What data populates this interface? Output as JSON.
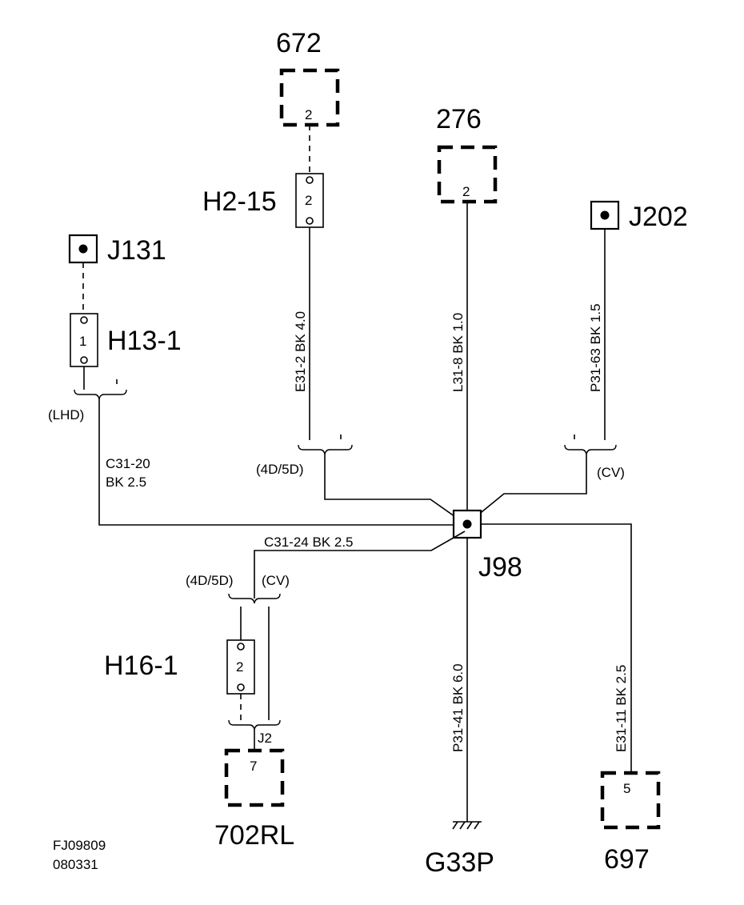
{
  "components": {
    "c672": {
      "label": "672",
      "pin": "2"
    },
    "c276": {
      "label": "276",
      "pin": "2"
    },
    "c702": {
      "label": "702RL",
      "pin": "7",
      "connector": "J2"
    },
    "c697": {
      "label": "697",
      "pin": "5"
    }
  },
  "connectors": {
    "h2_15": {
      "label": "H2-15",
      "pin": "2"
    },
    "h13_1": {
      "label": "H13-1",
      "pin": "1"
    },
    "h16_1": {
      "label": "H16-1",
      "pin": "2"
    }
  },
  "splices": {
    "j131": "J131",
    "j202": "J202",
    "j98": "J98"
  },
  "ground": {
    "label": "G33P"
  },
  "wires": {
    "e31_2": "E31-2  BK   4.0",
    "l31_8": "L31-8  BK   1.0",
    "p31_63": "P31-63  BK   1.5",
    "c31_20_line1": "C31-20",
    "c31_20_line2": "BK  2.5",
    "c31_24": "C31-24     BK   2.5",
    "p31_41": "P31-41      BK   6.0",
    "e31_11": "E31-11      BK   2.5"
  },
  "options": {
    "lhd": "(LHD)",
    "fourd_fived_top": "(4D/5D)",
    "cv_right": "(CV)",
    "fourd_fived_bottom": "(4D/5D)",
    "cv_bottom": "(CV)"
  },
  "footer": {
    "ref": "FJ09809",
    "date": "080331"
  }
}
